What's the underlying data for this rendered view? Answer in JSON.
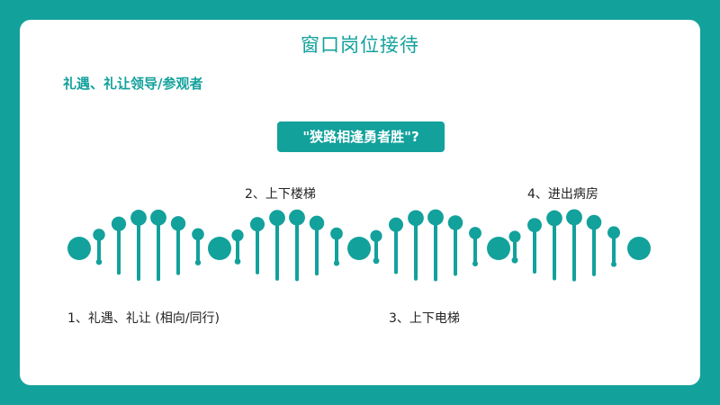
{
  "slide": {
    "title": "窗口岗位接待",
    "subtitle": "礼遇、礼让领导/参观者",
    "question": "\"狭路相逢勇者胜\"?"
  },
  "steps": [
    {
      "label": "1、礼遇、礼让 (相向/同行)"
    },
    {
      "label": "2、上下楼梯"
    },
    {
      "label": "3、上下电梯"
    },
    {
      "label": "4、进出病房"
    }
  ],
  "colors": {
    "accent": "#13a19c",
    "text": "#222222",
    "background": "#ffffff"
  }
}
